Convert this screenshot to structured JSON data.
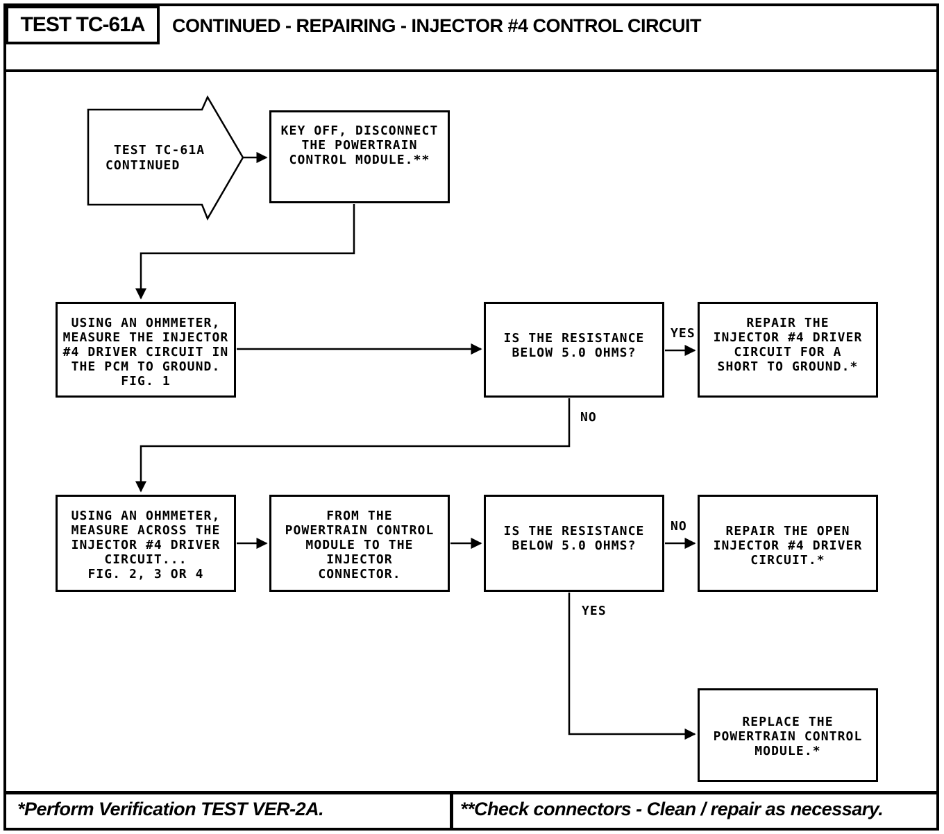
{
  "header": {
    "test_id": "TEST TC-61A",
    "title": "CONTINUED - REPAIRING - INJECTOR #4 CONTROL CIRCUIT"
  },
  "diagram": {
    "type": "flowchart",
    "nodes": {
      "start": {
        "shape": "block-arrow-right",
        "text": " TEST TC-61A\nCONTINUED"
      },
      "key_off": {
        "shape": "process",
        "text": "KEY OFF, DISCONNECT\nTHE POWERTRAIN\nCONTROL MODULE.**"
      },
      "measure_pcm_ground": {
        "shape": "process",
        "text": "USING AN OHMMETER,\nMEASURE THE INJECTOR\n#4 DRIVER CIRCUIT IN\nTHE PCM TO GROUND.\nFIG. 1"
      },
      "question_resistance_1": {
        "shape": "decision",
        "text": "IS THE RESISTANCE\nBELOW 5.0 OHMS?"
      },
      "repair_short_to_ground": {
        "shape": "action",
        "text": "REPAIR THE\nINJECTOR #4 DRIVER\nCIRCUIT FOR A\nSHORT TO GROUND.*"
      },
      "measure_across_driver": {
        "shape": "process",
        "text": "USING AN OHMMETER,\nMEASURE ACROSS THE\nINJECTOR #4 DRIVER\nCIRCUIT...\nFIG. 2, 3 OR 4"
      },
      "from_pcm_to_injector": {
        "shape": "process",
        "text": "FROM THE\nPOWERTRAIN CONTROL\nMODULE TO THE\nINJECTOR\nCONNECTOR."
      },
      "question_resistance_2": {
        "shape": "decision",
        "text": "IS THE RESISTANCE\nBELOW 5.0 OHMS?"
      },
      "repair_open_circuit": {
        "shape": "action",
        "text": "REPAIR THE OPEN\nINJECTOR #4 DRIVER\nCIRCUIT.*"
      },
      "replace_pcm": {
        "shape": "action",
        "text": "REPLACE THE\nPOWERTRAIN CONTROL\nMODULE.*"
      }
    },
    "edge_labels": {
      "yes_1": "YES",
      "no_1": "NO",
      "no_2": "NO",
      "yes_2": "YES"
    }
  },
  "footer": {
    "note_left": "*Perform Verification TEST VER-2A.",
    "note_right": "**Check connectors - Clean / repair as necessary."
  },
  "colors": {
    "ink": "#000000",
    "paper": "#ffffff"
  }
}
